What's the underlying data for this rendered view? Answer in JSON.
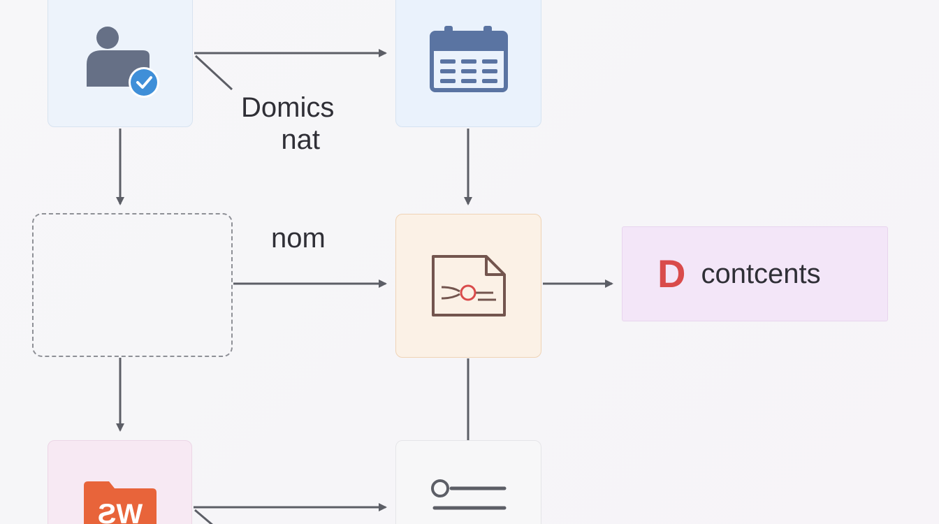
{
  "nodes": {
    "user": {
      "icon": "user-verified-icon"
    },
    "calendar": {
      "icon": "calendar-icon"
    },
    "placeholder": {},
    "document": {
      "icon": "document-connection-icon"
    },
    "output": {
      "icon": "d-letter-icon",
      "glyph": "D",
      "label": "contcents"
    },
    "folder": {
      "icon": "folder-icon",
      "glyph": "ƧW"
    },
    "list": {
      "icon": "list-icon"
    }
  },
  "labels": {
    "domics_line1": "Domics",
    "domics_line2": "nat",
    "nom": "nom"
  },
  "colors": {
    "connector": "#5c5e66",
    "icon_slate": "#667086",
    "check_blue": "#3f8fd8",
    "calendar_blue": "#5a74a2",
    "document_brown": "#73554e",
    "accent_red": "#d94b4b",
    "folder_orange": "#e8643a"
  }
}
